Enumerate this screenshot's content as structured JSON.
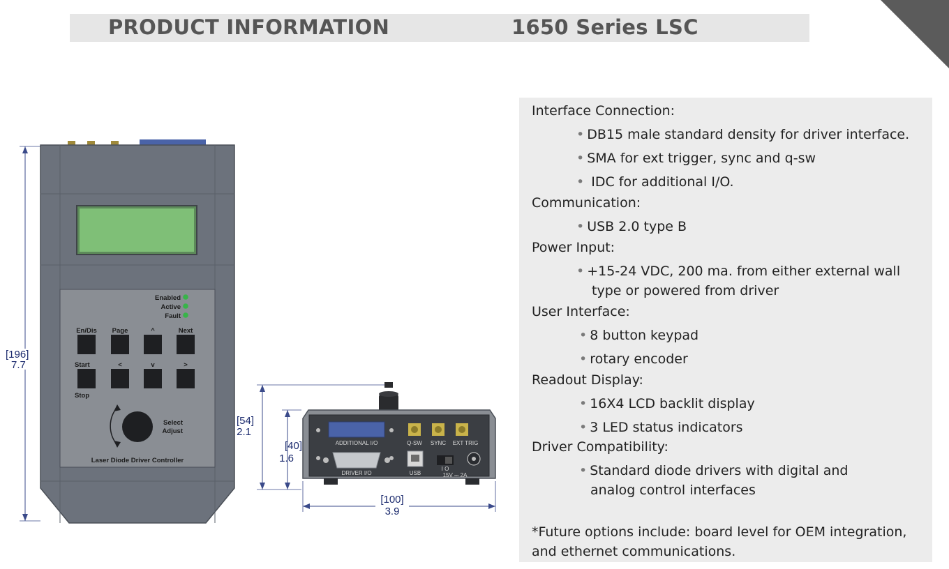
{
  "header": {
    "left": "PRODUCT INFORMATION",
    "right": "1650  Series LSC"
  },
  "specs": {
    "interface_heading": "Interface Connection:",
    "interface_items": [
      "DB15 male standard density for driver interface.",
      "SMA for ext trigger, sync and q-sw",
      " IDC for additional I/O."
    ],
    "communication_heading": "Communication:",
    "communication_items": [
      "USB 2.0 type B"
    ],
    "power_heading": "Power Input:",
    "power_item_line1": "+15-24 VDC, 200 ma. from either external wall",
    "power_item_line2": "type or powered from driver",
    "ui_heading": "User Interface:",
    "ui_items": [
      "8 button keypad",
      "rotary encoder"
    ],
    "readout_heading": "Readout Display:",
    "readout_items": [
      "16X4 LCD backlit display",
      "3 LED status indicators"
    ],
    "driver_heading": "Driver Compatibility:",
    "driver_item_line1": "Standard diode drivers with digital and",
    "driver_item_line2": "analog control interfaces",
    "future_line1": "*Future options include: board level for OEM integration,",
    "future_line2": "and ethernet communications.",
    "bullet": "•"
  },
  "front_view": {
    "height_mm": "[196]",
    "height_in": "7.7",
    "leds": [
      "Enabled",
      "Active",
      "Fault"
    ],
    "keys_row1": [
      "En/Dis",
      "Page",
      "^",
      "Next"
    ],
    "keys_row2": [
      "Start",
      "<",
      "v",
      ">"
    ],
    "stop_label": "Stop",
    "knob_label_1": "Select",
    "knob_label_2": "Adjust",
    "caption": "Laser Diode Driver Controller"
  },
  "rear_view": {
    "total_height_mm": "[54]",
    "total_height_in": "2.1",
    "body_height_mm": "[40]",
    "body_height_in": "1.6",
    "width_mm": "[100]",
    "width_in": "3.9",
    "port_labels": [
      "ADDITIONAL I/O",
      "Q-SW",
      "SYNC",
      "EXT TRIG",
      "DRIVER I/O",
      "USB",
      "I O",
      "15V ⎓ 2A"
    ]
  },
  "colors": {
    "led_green": "#38b449",
    "lcd_green": "#7fbf77",
    "enclosure": "#6b7280",
    "dimension": "#1c2b6e"
  }
}
